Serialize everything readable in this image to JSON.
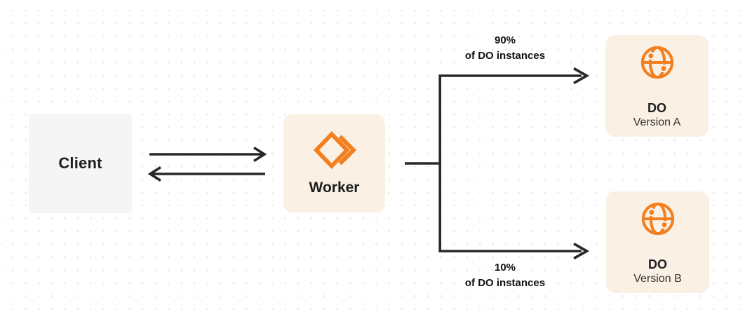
{
  "diagram": {
    "client": {
      "label": "Client"
    },
    "worker": {
      "label": "Worker",
      "icon": "workers-logo-icon"
    },
    "do_version_a": {
      "title": "DO",
      "subtitle": "Version A",
      "icon": "globe-icon"
    },
    "do_version_b": {
      "title": "DO",
      "subtitle": "Version B",
      "icon": "globe-icon"
    },
    "top_route": {
      "percent": "90%",
      "caption": "of DO instances"
    },
    "bottom_route": {
      "percent": "10%",
      "caption": "of DO instances"
    }
  },
  "colors": {
    "orange": "#F38020",
    "cream": "#FAF0E4",
    "light_gray": "#F5F5F6",
    "arrow": "#282828",
    "text": "#1E1E1E",
    "text_secondary": "#333333",
    "dot": "#E8E8E8"
  }
}
